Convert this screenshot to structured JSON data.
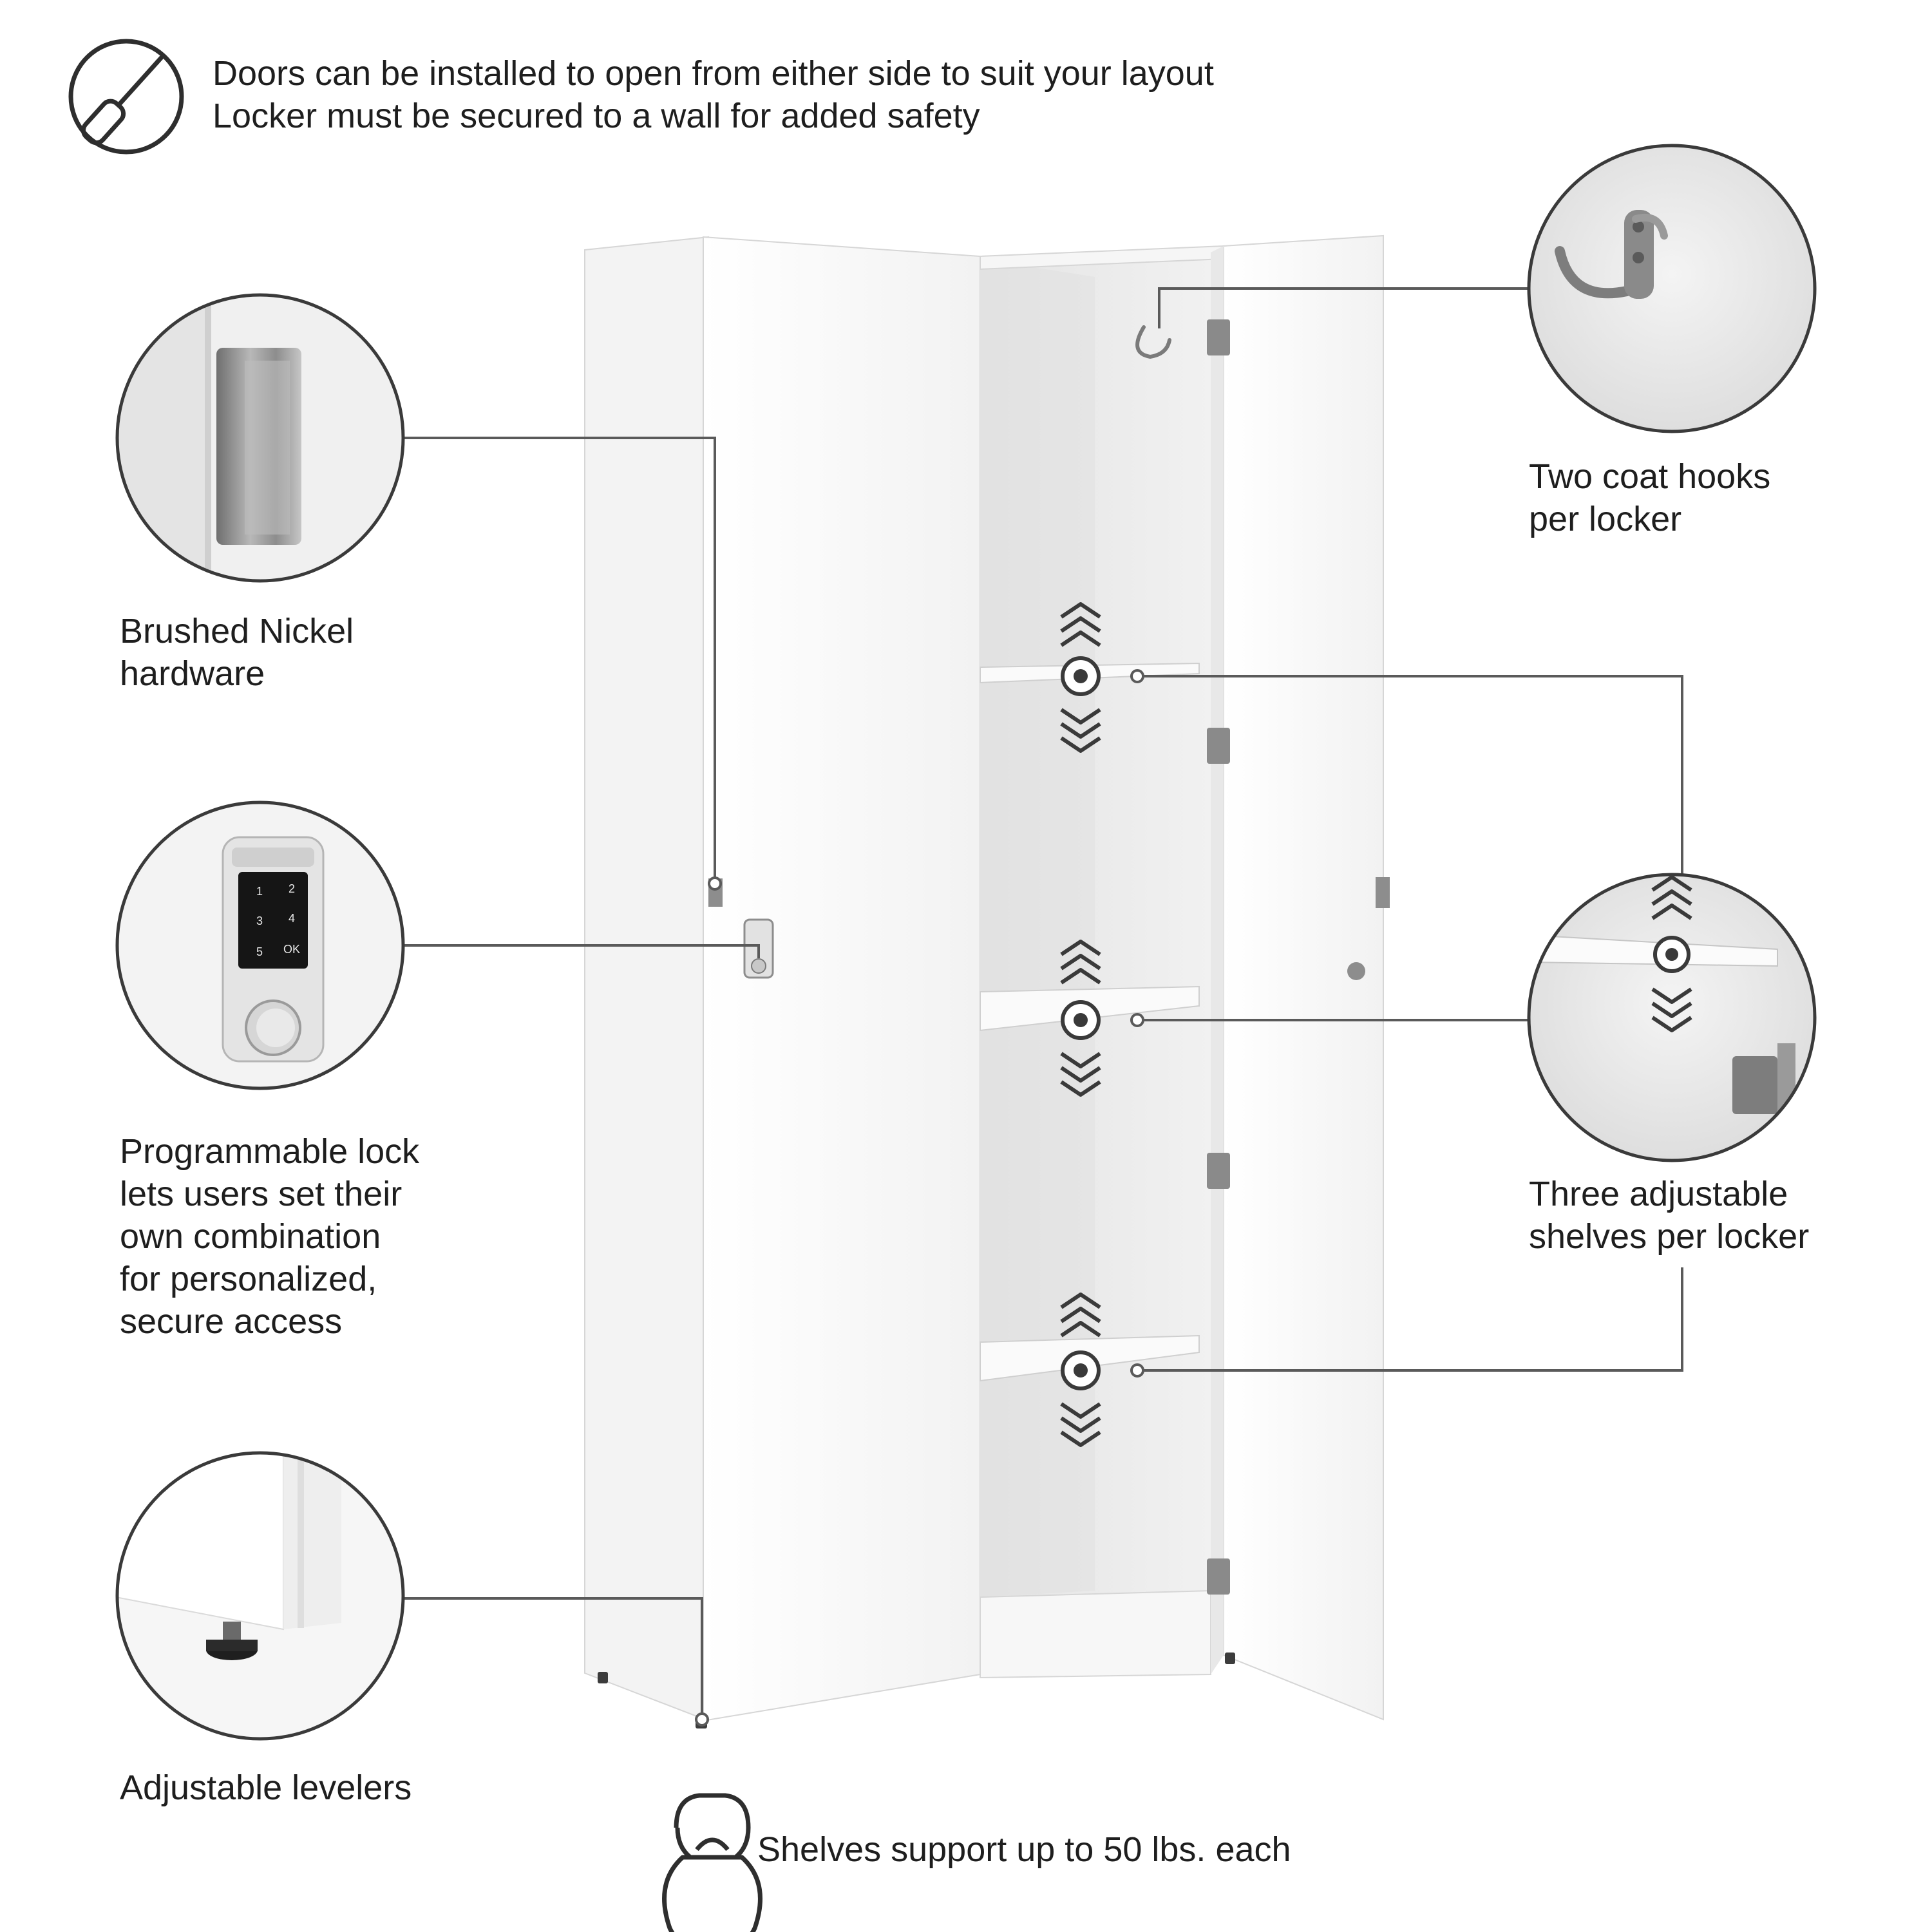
{
  "header": {
    "line1": "Doors can be installed to open from either side to suit your layout",
    "line2": "Locker must be secured to a wall for added safety"
  },
  "features": {
    "hardware": [
      "Brushed Nickel",
      "hardware"
    ],
    "lock": [
      "Programmable lock",
      "lets users set their",
      "own combination",
      "for personalized,",
      "secure access"
    ],
    "levelers": [
      "Adjustable levelers"
    ],
    "hooks": [
      "Two coat hooks",
      "per locker"
    ],
    "shelves": [
      "Three adjustable",
      "shelves per locker"
    ]
  },
  "keypad": {
    "keys": [
      "1",
      "2",
      "3",
      "4",
      "5",
      "OK"
    ]
  },
  "footer": {
    "weight_note": "Shelves support up to 50 lbs. each"
  },
  "icons": {
    "header": "screwdriver-icon",
    "footer": "kettlebell-icon"
  },
  "colors": {
    "text": "#1e1e1e",
    "line": "#5a5a5a",
    "cabinet": "#ffffff",
    "cabinet_shadow": "#e6e6e6",
    "interior": "#ececec",
    "nickel": "#9a9a9a"
  }
}
